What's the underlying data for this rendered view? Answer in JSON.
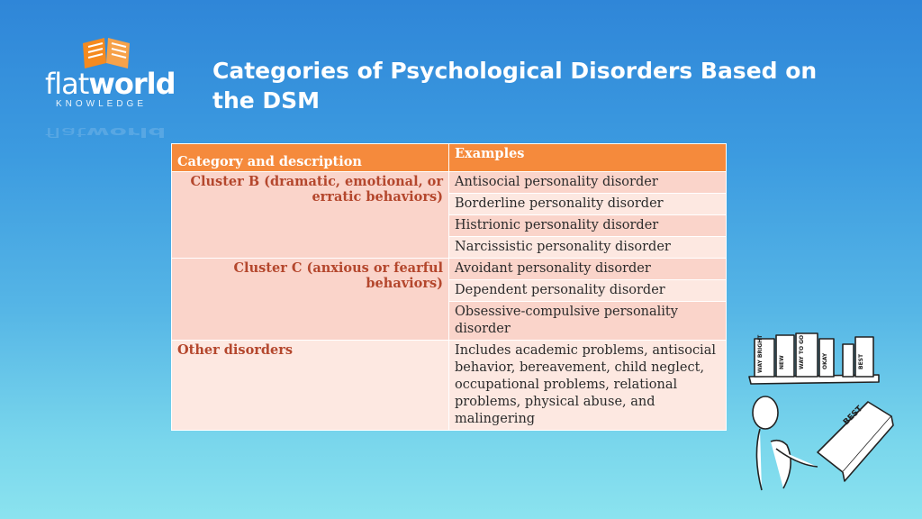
{
  "logo": {
    "word_light": "flat",
    "word_bold": "world",
    "subtitle": "KNOWLEDGE",
    "icon": "open-book-icon",
    "accent_color": "#f58a1f"
  },
  "slide": {
    "title": "Categories of Psychological Disorders Based on the DSM"
  },
  "table": {
    "headers": [
      "Category and description",
      "Examples"
    ],
    "header_color": "#f58a3c",
    "groups": [
      {
        "category": "Cluster B (dramatic, emotional, or erratic behaviors)",
        "examples": [
          "Antisocial personality disorder",
          "Borderline personality disorder",
          "Histrionic personality disorder",
          "Narcissistic personality disorder"
        ]
      },
      {
        "category": "Cluster C (anxious or fearful behaviors)",
        "examples": [
          "Avoidant personality disorder",
          "Dependent personality disorder",
          "Obsessive-compulsive personality disorder"
        ]
      },
      {
        "category": "Other disorders",
        "examples": [
          "Includes academic problems, antisocial behavior, bereavement, child neglect, occupational problems, relational problems, physical abuse, and malingering"
        ]
      }
    ]
  },
  "illustration": {
    "book_spines": [
      "WAY BRIGHT",
      "NEW",
      "WAY TO GO",
      "OKAY",
      "BEST"
    ],
    "held_book_label": "BEST"
  }
}
